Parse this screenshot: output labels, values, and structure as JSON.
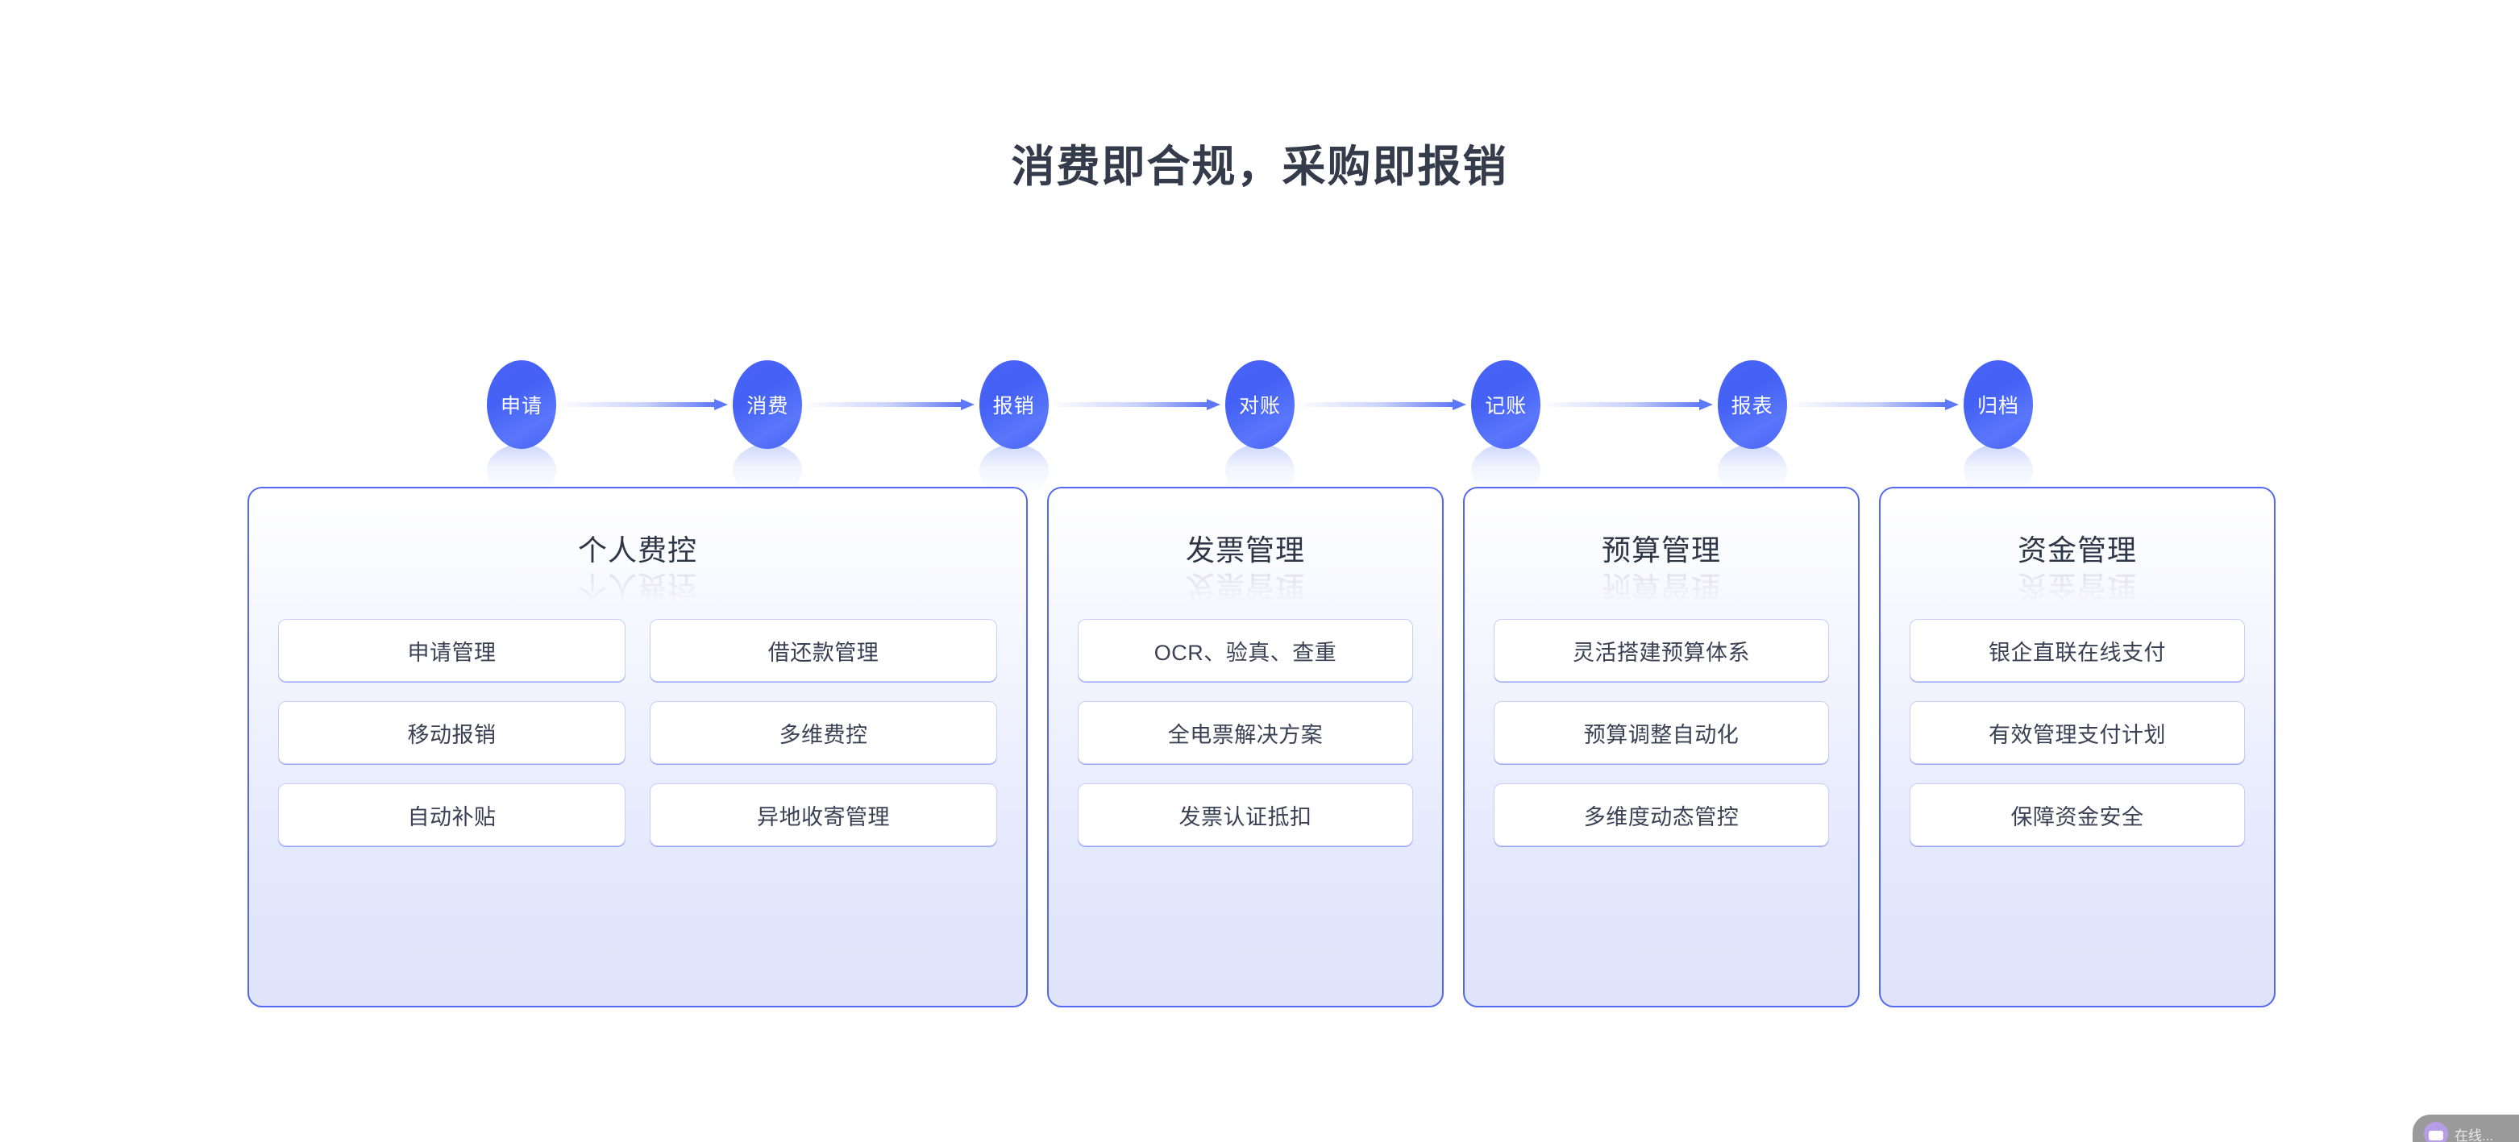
{
  "page": {
    "title": "消费即合规，采购即报销",
    "title_color": "#343b4a",
    "background": "#ffffff",
    "accent_blue": "#4a63f6",
    "panel_border": "#5468f0",
    "tile_border": "#c7cff8"
  },
  "flow": {
    "steps": [
      {
        "label": "申请"
      },
      {
        "label": "消费"
      },
      {
        "label": "报销"
      },
      {
        "label": "对账"
      },
      {
        "label": "记账"
      },
      {
        "label": "报表"
      },
      {
        "label": "归档"
      }
    ]
  },
  "panels": [
    {
      "title": "个人费控",
      "columns": 2,
      "items": [
        "申请管理",
        "借还款管理",
        "移动报销",
        "多维费控",
        "自动补贴",
        "异地收寄管理"
      ]
    },
    {
      "title": "发票管理",
      "columns": 1,
      "items": [
        "OCR、验真、查重",
        "全电票解决方案",
        "发票认证抵扣"
      ]
    },
    {
      "title": "预算管理",
      "columns": 1,
      "items": [
        "灵活搭建预算体系",
        "预算调整自动化",
        "多维度动态管控"
      ]
    },
    {
      "title": "资金管理",
      "columns": 1,
      "items": [
        "银企直联在线支付",
        "有效管理支付计划",
        "保障资金安全"
      ]
    }
  ],
  "chat_widget": {
    "label": "在线..."
  }
}
